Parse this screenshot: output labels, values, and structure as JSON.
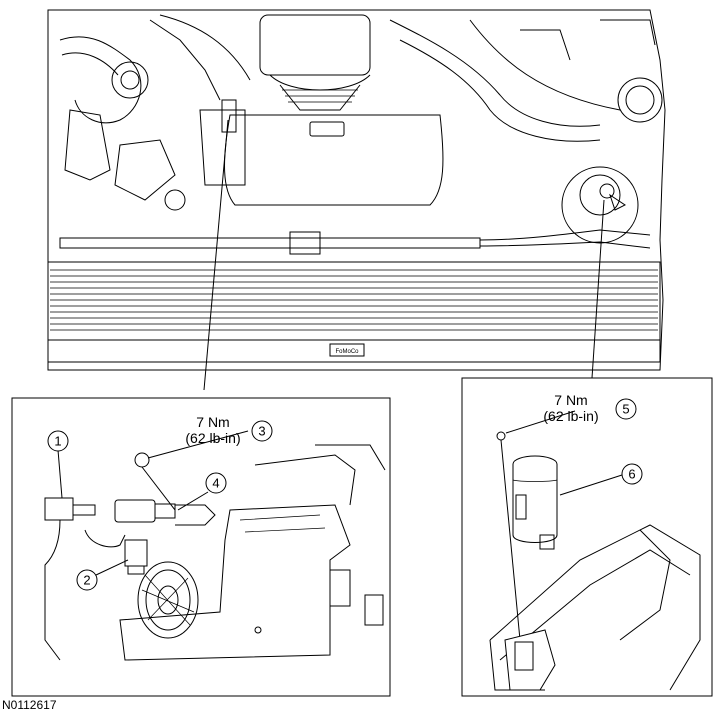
{
  "figure_id": "N0112617",
  "callouts": [
    {
      "number": "1"
    },
    {
      "number": "2"
    },
    {
      "number": "3"
    },
    {
      "number": "4"
    },
    {
      "number": "5"
    },
    {
      "number": "6"
    }
  ],
  "torque_specs": {
    "callout_3": {
      "line1": "7 Nm",
      "line2": "(62 lb-in)"
    },
    "callout_5": {
      "line1": "7 Nm",
      "line2": "(62 lb-in)"
    }
  },
  "stamp_text": "FoMoCo"
}
